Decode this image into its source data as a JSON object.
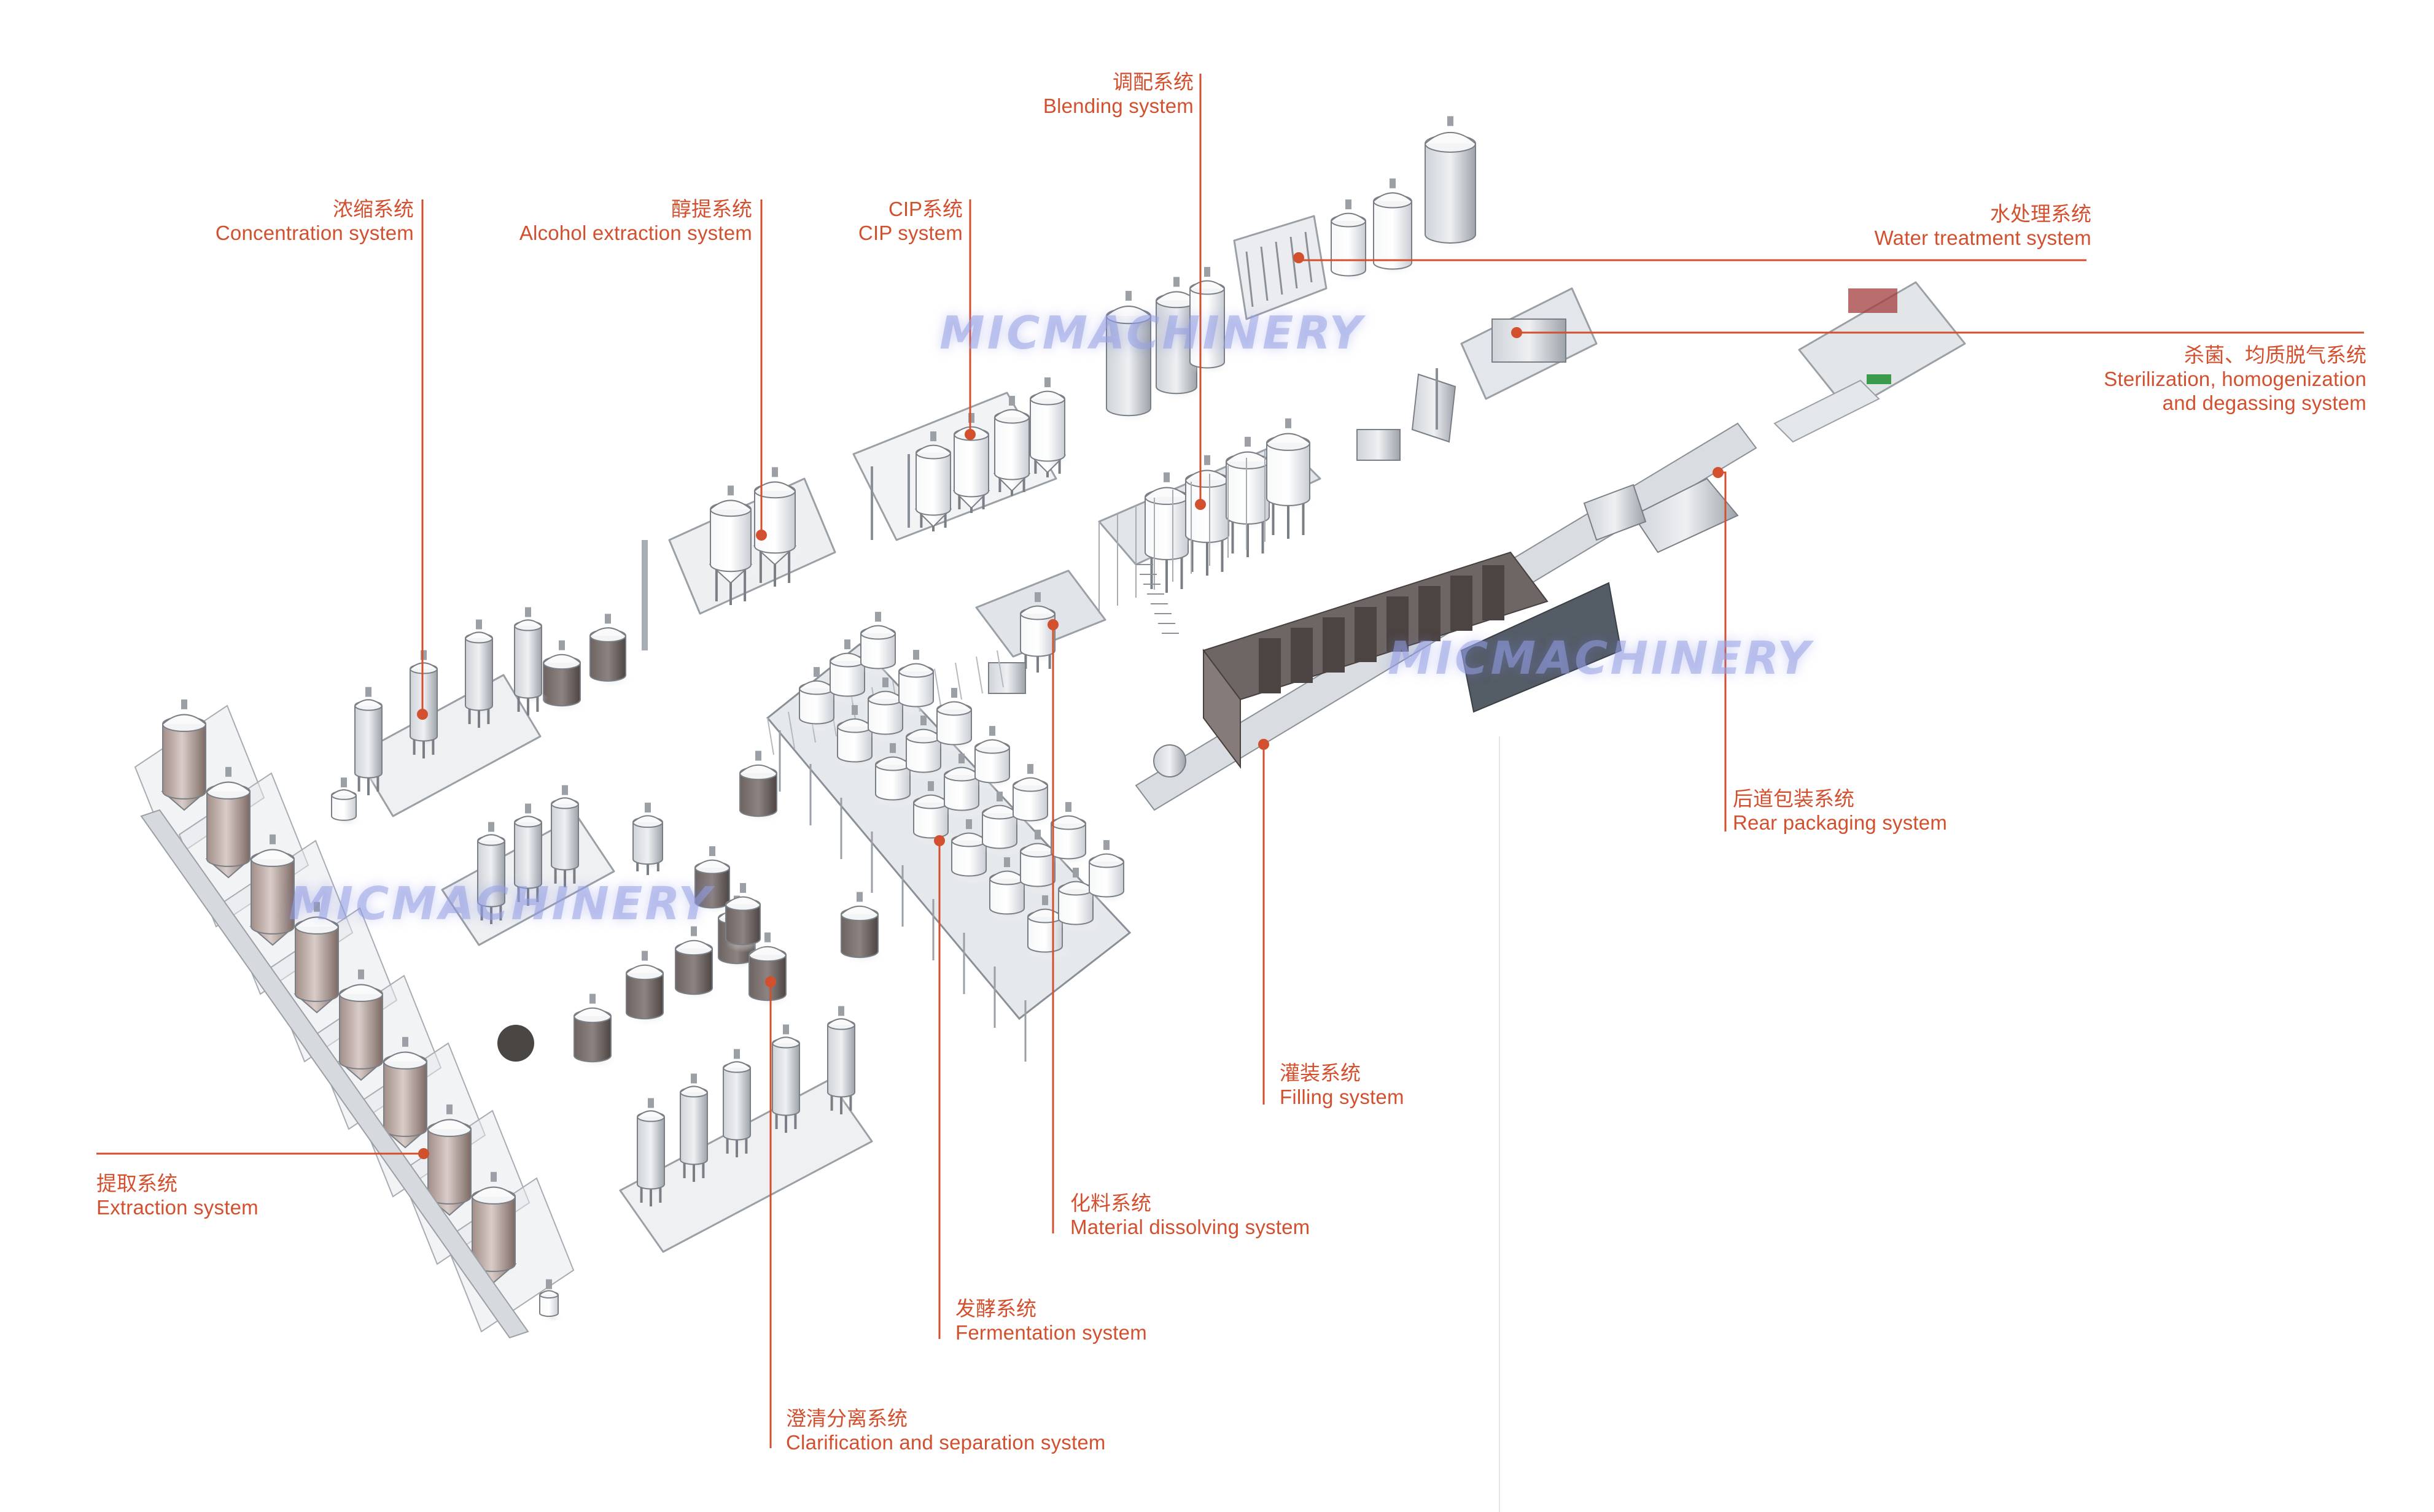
{
  "colors": {
    "accent": "#d3502f",
    "equipment_stroke": "#7a7f86",
    "tank_fill": "#e9ecef",
    "frame_fill": "#c9cdd2",
    "dark_equipment": "#55504e",
    "extraction_tank": "#9b8680",
    "watermark": "#8f99e6"
  },
  "watermark": "MICMACHINERY",
  "labels": {
    "blending": {
      "zh": "调配系统",
      "en": "Blending system"
    },
    "concentration": {
      "zh": "浓缩系统",
      "en": "Concentration system"
    },
    "alcohol": {
      "zh": "醇提系统",
      "en": "Alcohol extraction system"
    },
    "cip": {
      "zh": "CIP系统",
      "en": "CIP system"
    },
    "water": {
      "zh": "水处理系统",
      "en": "Water treatment system"
    },
    "sterilization": {
      "zh": "杀菌、均质脱气系统",
      "en1": "Sterilization, homogenization",
      "en2": "and degassing system"
    },
    "rear_packaging": {
      "zh": "后道包装系统",
      "en": "Rear packaging system"
    },
    "filling": {
      "zh": "灌装系统",
      "en": "Filling system"
    },
    "dissolving": {
      "zh": "化料系统",
      "en": "Material dissolving system"
    },
    "extraction": {
      "zh": "提取系统",
      "en": "Extraction system"
    },
    "fermentation": {
      "zh": "发酵系统",
      "en": "Fermentation system"
    },
    "clarification": {
      "zh": "澄清分离系统",
      "en": "Clarification and separation system"
    }
  }
}
